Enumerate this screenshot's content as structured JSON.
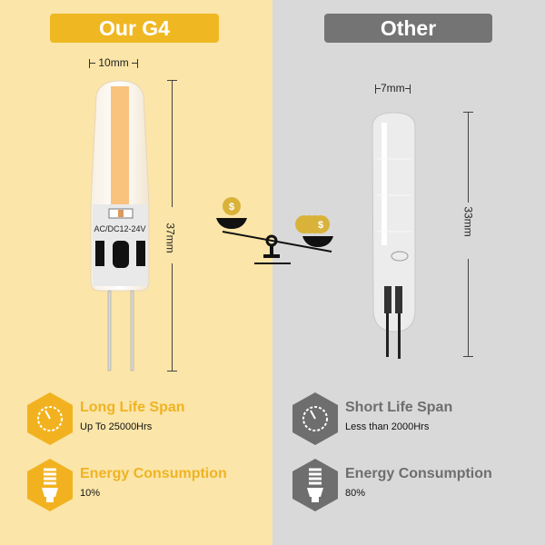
{
  "left": {
    "title": "Our G4",
    "width_label": "10mm",
    "height_label": "37mm",
    "bulb_print": "AC/DC12-24V",
    "features": [
      {
        "icon": "clock-icon",
        "title": "Long Life Span",
        "subtitle": "Up To 25000Hrs"
      },
      {
        "icon": "cfl-bulb-icon",
        "title": "Energy Consumption",
        "subtitle": "10%"
      }
    ],
    "accent": "#efb823",
    "background": "#fbe5a8"
  },
  "right": {
    "title": "Other",
    "width_label": "7mm",
    "height_label": "33mm",
    "features": [
      {
        "icon": "clock-icon",
        "title": "Short Life Span",
        "subtitle": "Less than 2000Hrs"
      },
      {
        "icon": "cfl-bulb-icon",
        "title": "Energy Consumption",
        "subtitle": "80%"
      }
    ],
    "accent": "#747474",
    "background": "#d9d9d9"
  },
  "scale": {
    "icon": "balance-scale-icon",
    "coin_symbol": "$"
  }
}
